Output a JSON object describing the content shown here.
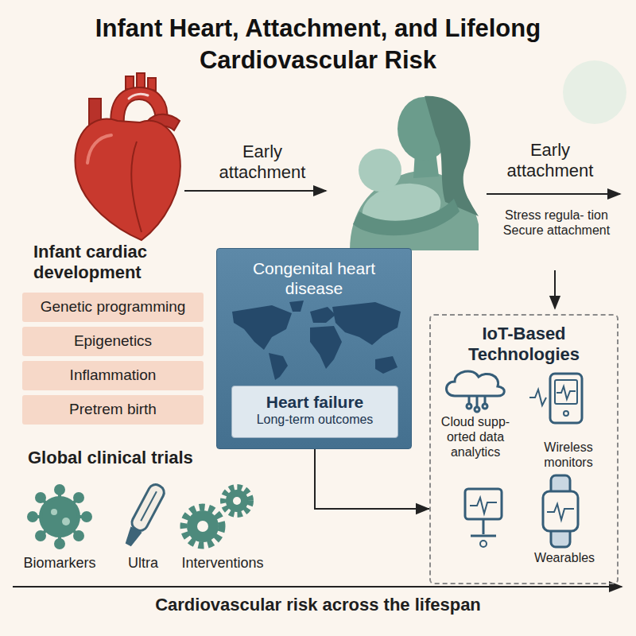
{
  "diagram": {
    "title": "Infant Heart, Attachment, and Lifelong Cardiovascular Risk",
    "nodes": [
      {
        "text": [
          "Genetic programming"
        ]
      },
      {
        "text": [
          "Epigenetics"
        ]
      },
      {
        "text": [
          "Inflammation"
        ]
      },
      {
        "text": [
          "Pretrem birth"
        ]
      },
      {
        "text": [
          "Congenital heart disease"
        ]
      },
      {
        "text": [
          "Heart failure",
          "Long-term outcomes"
        ],
        "in": 4
      },
      {
        "text": [
          "IoT-Based Technologies"
        ]
      }
    ],
    "edges": [
      {
        "from": 5,
        "to": 6,
        "arrow": "to"
      }
    ],
    "labels": [
      "Early attachment",
      "Early attachment",
      "Stress regula- tion Secure attachment",
      "Infant cardiac development",
      "Global clinical trials",
      "Biomarkers",
      "Ultra",
      "Interventions",
      "Cloud supp- orted data analytics",
      "Wireless monitors",
      "Wearables",
      "Cardiovascular risk across the lifespan"
    ]
  }
}
